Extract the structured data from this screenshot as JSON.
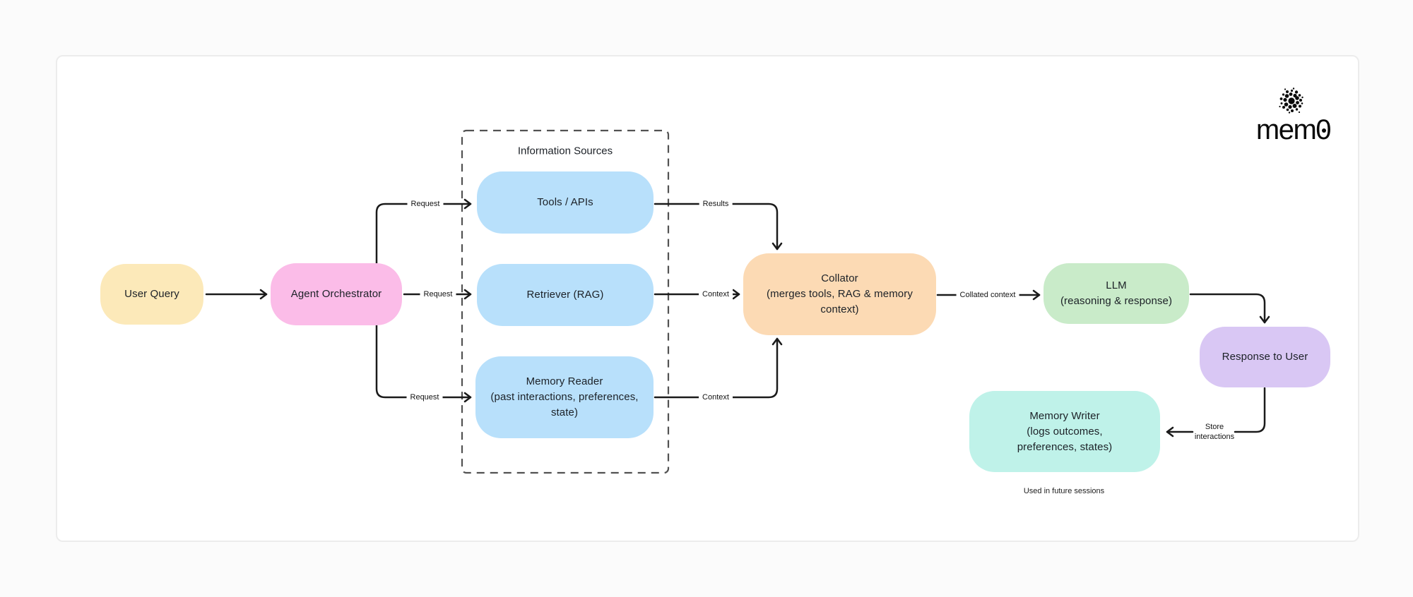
{
  "brand": {
    "name": "mem0"
  },
  "colors": {
    "edge": "#1a1a1a",
    "node_text": "#1c2127",
    "canvas_bg": "#fbfbfb",
    "card_border": "#ececec",
    "dashed_border": "#525252",
    "user_query": "#fce9b9",
    "agent_orchestrator": "#fbbce8",
    "info_source_blue": "#b8e0fb",
    "collator": "#fcdab4",
    "llm": "#c9ebc9",
    "response_to_user": "#d9c7f4",
    "memory_writer": "#bff2e9"
  },
  "group": {
    "title": "Information Sources"
  },
  "nodes": {
    "user_query": {
      "label": "User Query"
    },
    "agent_orchestrator": {
      "label": "Agent Orchestrator"
    },
    "tools_apis": {
      "label": "Tools / APIs"
    },
    "retriever": {
      "label": "Retriever (RAG)"
    },
    "memory_reader": {
      "lines": [
        "Memory Reader",
        "(past interactions, preferences,",
        "state)"
      ]
    },
    "collator": {
      "lines": [
        "Collator",
        "(merges tools, RAG & memory",
        "context)"
      ]
    },
    "llm": {
      "lines": [
        "LLM",
        "(reasoning & response)"
      ]
    },
    "response_to_user": {
      "label": "Response to User"
    },
    "memory_writer": {
      "lines": [
        "Memory Writer",
        "(logs outcomes,",
        "preferences, states)"
      ]
    }
  },
  "edge_labels": {
    "request_top": "Request",
    "request_mid": "Request",
    "request_bottom": "Request",
    "results": "Results",
    "context_mid": "Context",
    "context_bottom": "Context",
    "collated_context": "Collated context",
    "store_line1": "Store",
    "store_line2": "interactions"
  },
  "notes": {
    "future_sessions": "Used in future sessions"
  }
}
